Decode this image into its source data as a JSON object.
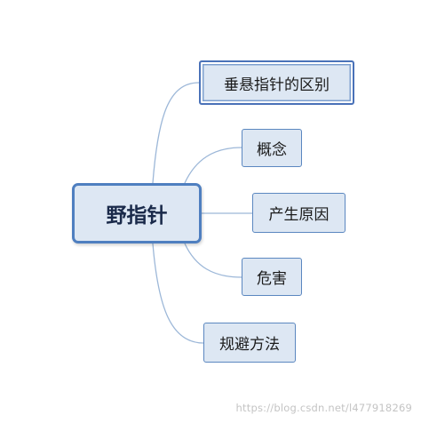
{
  "root": {
    "label": "野指针"
  },
  "branches": [
    {
      "id": "chuixuan",
      "label": "垂悬指针的区别",
      "selected": true
    },
    {
      "id": "gainian",
      "label": "概念"
    },
    {
      "id": "yuanyin",
      "label": "产生原因"
    },
    {
      "id": "weihai",
      "label": "危害"
    },
    {
      "id": "fangfa",
      "label": "规避方法"
    }
  ],
  "colors": {
    "node_fill": "#dde7f3",
    "node_border": "#5b87c0",
    "edge": "#9cb7d8"
  },
  "watermark": "https://blog.csdn.net/l477918269"
}
